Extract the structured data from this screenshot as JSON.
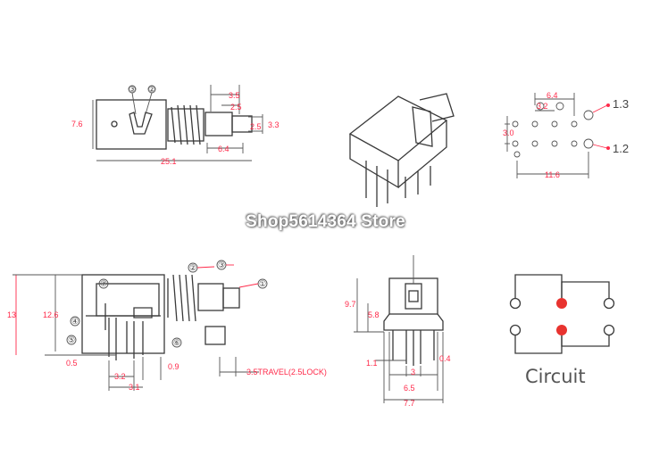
{
  "watermark": "Shop5614364 Store",
  "top_side_view": {
    "dims": {
      "height": "7.6",
      "length": "25.1",
      "a": "3.5",
      "b": "2.5",
      "c": "2.5",
      "d": "3.3",
      "e": "6.4"
    },
    "callouts": [
      "③",
      "②"
    ]
  },
  "pin_layout": {
    "dims": {
      "pitch": "6.4",
      "offset": "3.2",
      "row": "3.0",
      "width": "11.6"
    },
    "labels": [
      "1.3",
      "1.2"
    ]
  },
  "bottom_side_view": {
    "dims": {
      "h1": "13",
      "h2": "12.6",
      "p1": "0.5",
      "p2": "3.2",
      "p3": "3.1",
      "p4": "0.9",
      "travel": "3.5TRAVEL(2.5LOCK)"
    },
    "callouts": [
      "②",
      "③",
      "①",
      "⑦",
      "④",
      "⑤",
      "⑥"
    ]
  },
  "front_view": {
    "dims": {
      "h1": "9.7",
      "h2": "5.8",
      "w1": "1.1",
      "w2": "3",
      "w3": "0.4",
      "w4": "6.5",
      "w5": "7.7"
    }
  },
  "circuit": {
    "label": "Circuit",
    "node_color": "#e8332f"
  }
}
